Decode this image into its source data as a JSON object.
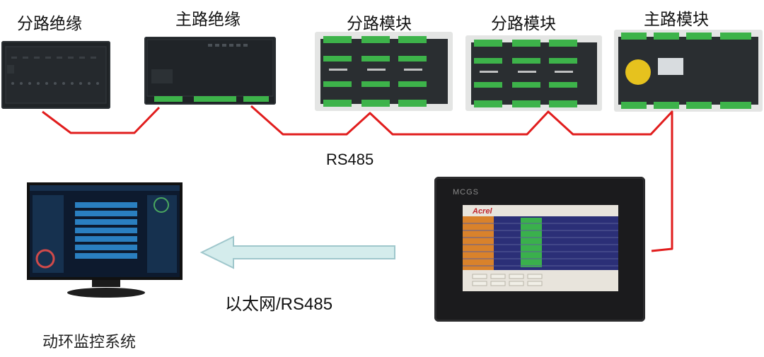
{
  "labels": {
    "branch_insulation": "分路绝缘",
    "main_insulation": "主路绝缘",
    "branch_module_1": "分路模块",
    "branch_module_2": "分路模块",
    "main_module": "主路模块",
    "bus": "RS485",
    "uplink": "以太网/RS485",
    "system": "动环监控系统"
  },
  "hmi": {
    "brand": "MCGS",
    "screen_logo": "Acrel"
  },
  "colors": {
    "bus_line": "#e11d1d",
    "arrow_fill": "#d4ecec",
    "arrow_stroke": "#9fc7cc",
    "terminal": "#3db34a"
  }
}
